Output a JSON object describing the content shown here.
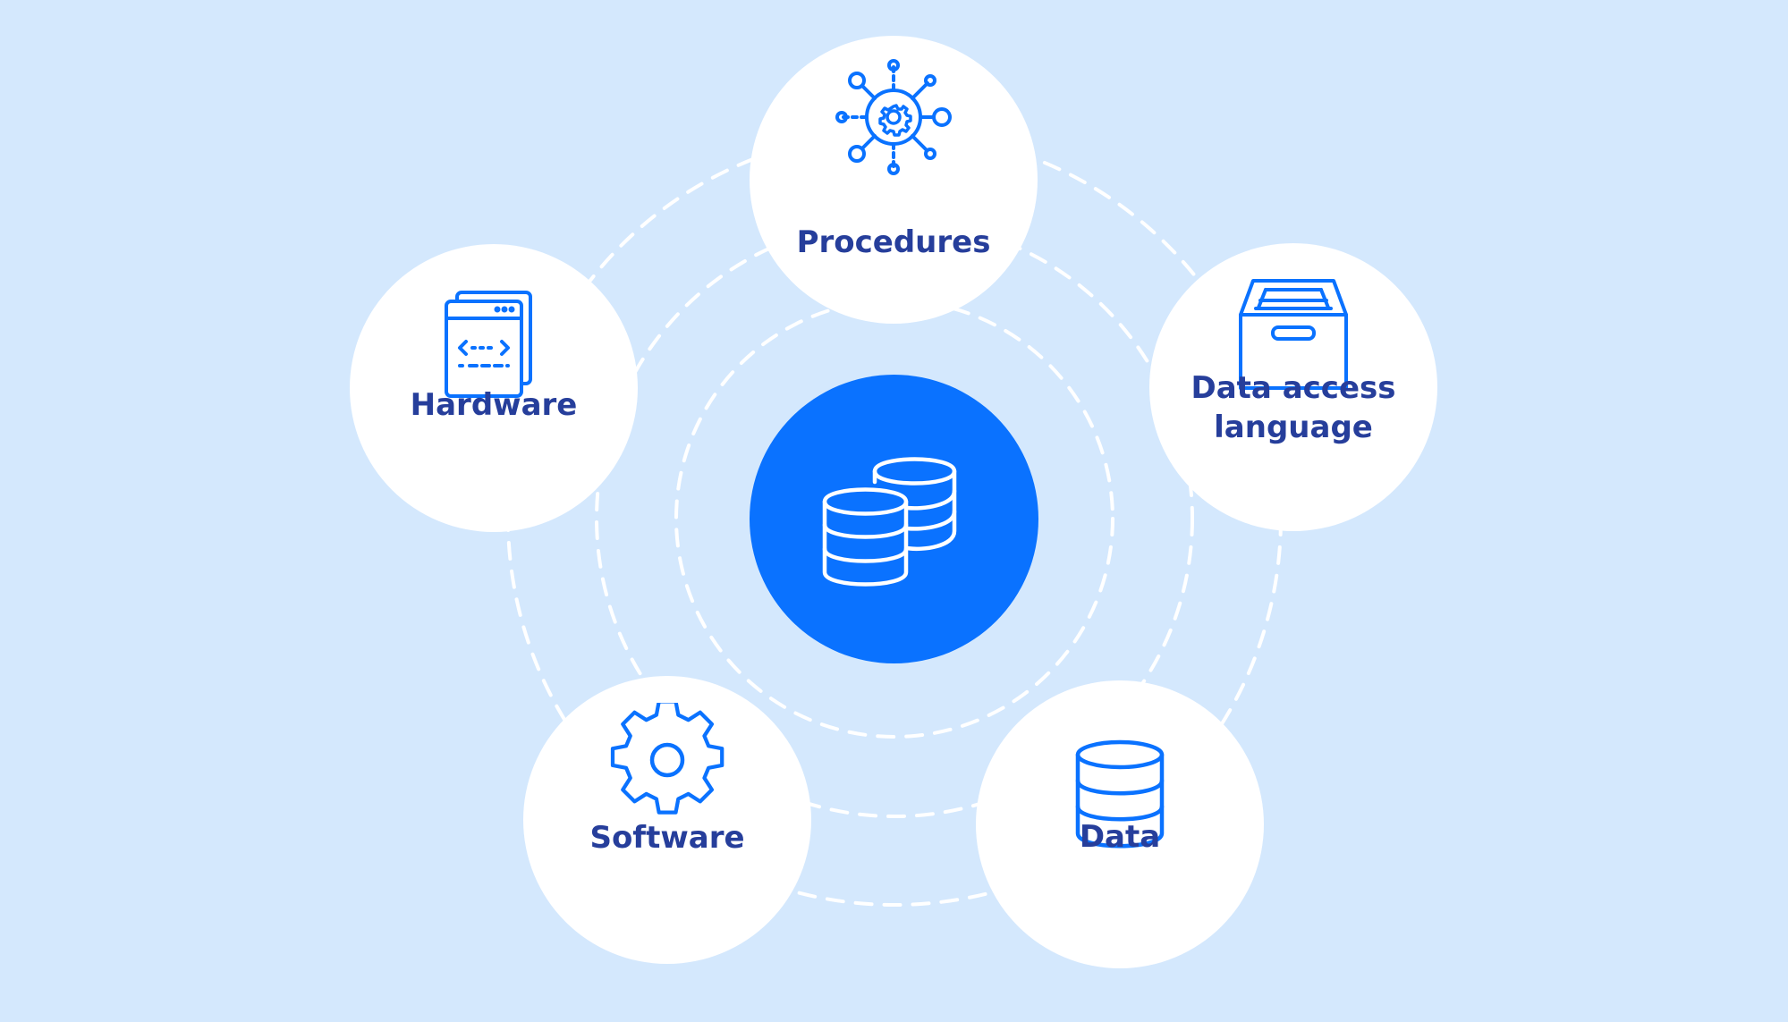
{
  "diagram": {
    "center": {
      "icon": "database-stack-icon"
    },
    "nodes": [
      {
        "id": "procedures",
        "label": "Procedures",
        "icon": "network-gear-icon"
      },
      {
        "id": "hardware",
        "label": "Hardware",
        "icon": "code-window-icon"
      },
      {
        "id": "data_access_language",
        "label": "Data access\nlanguage",
        "icon": "archive-box-icon"
      },
      {
        "id": "software",
        "label": "Software",
        "icon": "gear-icon"
      },
      {
        "id": "data",
        "label": "Data",
        "icon": "database-icon"
      }
    ]
  },
  "colors": {
    "background": "#d4e8fd",
    "accent": "#0a72ff",
    "label": "#263e9b",
    "node_fill": "#ffffff"
  }
}
